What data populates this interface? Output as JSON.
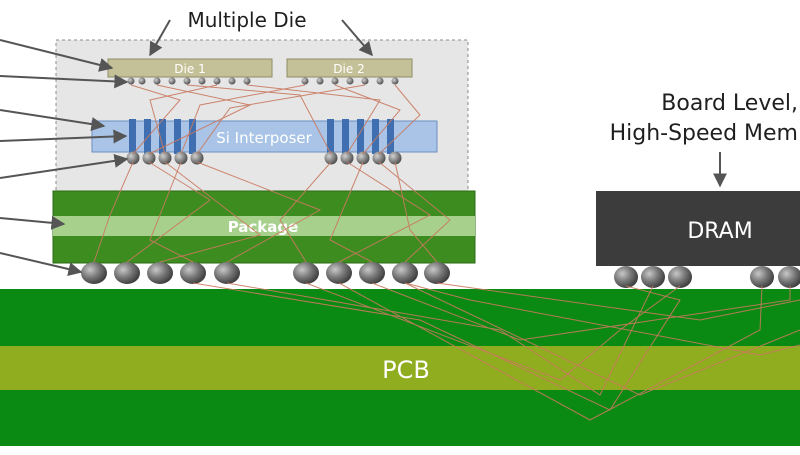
{
  "labels": {
    "multiple_die": "Multiple Die",
    "die1": "Die 1",
    "die2": "Die 2",
    "interposer": "Si Interposer",
    "package": "Package",
    "pcb": "PCB",
    "dram": "DRAM",
    "board_level_line1": "Board Level,",
    "board_level_line2": "High-Speed Mem"
  },
  "colors": {
    "pcb_green": "#0a8a12",
    "pcb_band": "#8fad1e",
    "package_green": "#3d8c1f",
    "package_band": "#a8d08d",
    "interposer_blue": "#a9c4e6",
    "die_khaki": "#c4c098",
    "dram_dark": "#3c3c3c",
    "ball_gray": "#6e6e6e",
    "trace_red": "#c9795f",
    "dashed_box_fill": "#e6e6e6"
  }
}
